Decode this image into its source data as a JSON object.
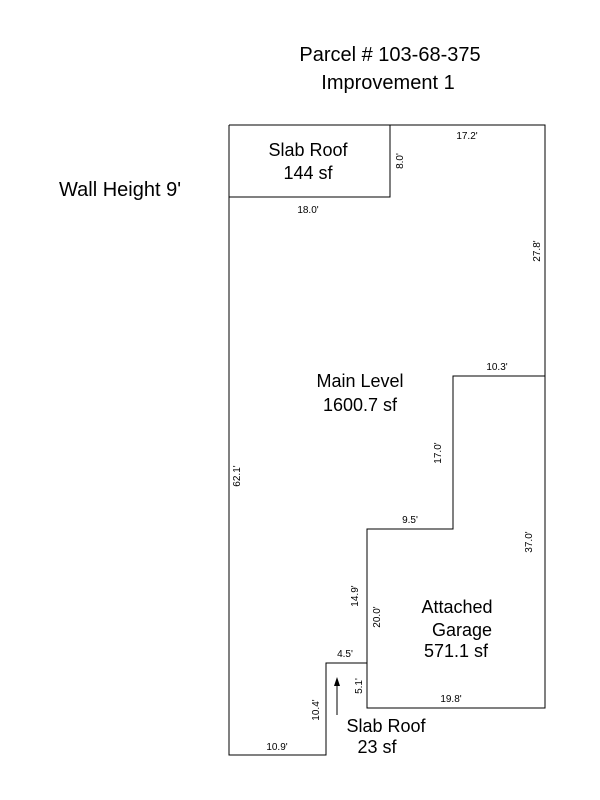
{
  "header": {
    "parcel": "Parcel # 103-68-375",
    "improvement": "Improvement 1"
  },
  "wall_height": "Wall Height 9'",
  "areas": {
    "slab_roof_top": {
      "name": "Slab Roof",
      "size": "144 sf"
    },
    "main_level": {
      "name": "Main Level",
      "size": "1600.7 sf"
    },
    "garage": {
      "name_line1": "Attached",
      "name_line2": "Garage",
      "size": "571.1 sf"
    },
    "slab_roof_bottom": {
      "name": "Slab Roof",
      "size": "23 sf"
    }
  },
  "dimensions": {
    "top": "17.2'",
    "slab_right": "8.0'",
    "slab_bottom": "18.0'",
    "right_upper": "27.8'",
    "step_top": "10.3'",
    "step_vertical": "17.0'",
    "step_mid": "9.5'",
    "garage_right": "37.0'",
    "garage_left_outer": "14.9'",
    "garage_left_inner": "20.0'",
    "notch_top": "4.5'",
    "notch_right": "5.1'",
    "garage_bottom": "19.8'",
    "left": "62.1'",
    "notch_left": "10.4'",
    "bottom": "10.9'"
  }
}
